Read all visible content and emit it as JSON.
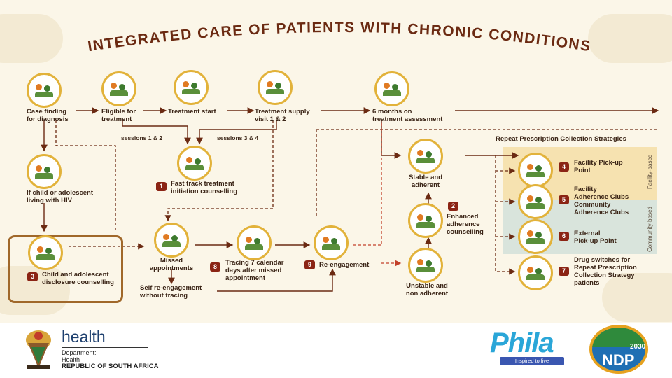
{
  "title": "INTEGRATED CARE OF PATIENTS WITH CHRONIC CONDITIONS",
  "top_row": [
    {
      "name": "case-finding",
      "label": [
        "Case finding",
        "for diagnosis"
      ]
    },
    {
      "name": "eligible",
      "label": [
        "Eligible for",
        "treatment"
      ]
    },
    {
      "name": "treatment-start",
      "label": [
        "Treatment start"
      ]
    },
    {
      "name": "treatment-supply",
      "label": [
        "Treatment supply",
        "visit 1 & 2"
      ]
    },
    {
      "name": "six-months",
      "label": [
        "6 months on",
        "treatment assessment"
      ]
    }
  ],
  "sessions": [
    "sessions 1 & 2",
    "sessions 3 & 4"
  ],
  "fast_track": {
    "number": "1",
    "label": [
      "Fast track treatment",
      "initiation counselling"
    ]
  },
  "child_hiv": {
    "label": [
      "If child or adolescent",
      "living with HIV"
    ]
  },
  "disclosure": {
    "number": "3",
    "label": [
      "Child and adolescent",
      "disclosure counselling"
    ]
  },
  "missed": {
    "label": [
      "Missed",
      "appointments"
    ]
  },
  "self_reengage": {
    "label": [
      "Self re-engagement",
      "without tracing"
    ]
  },
  "tracing": {
    "number": "8",
    "label": [
      "Tracing 7 calendar",
      "days after missed",
      "appointment"
    ]
  },
  "reengagement": {
    "number": "9",
    "label": [
      "Re-engagement"
    ]
  },
  "stable": {
    "label": [
      "Stable and",
      "adherent"
    ]
  },
  "enhanced": {
    "number": "2",
    "label": [
      "Enhanced",
      "adherence",
      "counselling"
    ]
  },
  "unstable": {
    "label": [
      "Unstable and",
      "non adherent"
    ]
  },
  "rpcs": {
    "title": "Repeat Prescription Collection Strategies",
    "band_facility": "Facility-based",
    "band_community": "Community-based",
    "items": [
      {
        "number": "4",
        "label": [
          "Facility Pick-up",
          "Point"
        ]
      },
      {
        "number": "5",
        "label": [
          "Facility",
          "Adherence Clubs",
          "Community",
          "Adherence Clubs"
        ]
      },
      {
        "number": "6",
        "label": [
          "External",
          "Pick-up Point"
        ]
      },
      {
        "number": "7",
        "label": [
          "Drug switches for",
          "Repeat Prescription",
          "Collection Strategy",
          "patients"
        ]
      }
    ]
  },
  "logos": {
    "health": "health",
    "department": [
      "Department:",
      "Health"
    ],
    "country": "REPUBLIC OF SOUTH AFRICA",
    "phila": "Phila",
    "phila_tag": "Inspired to live",
    "ndp_year": "2030",
    "ndp": "NDP"
  },
  "colors": {
    "arrow": "#6b2a12",
    "accent": "#e2b23a",
    "badge": "#8b2414"
  }
}
